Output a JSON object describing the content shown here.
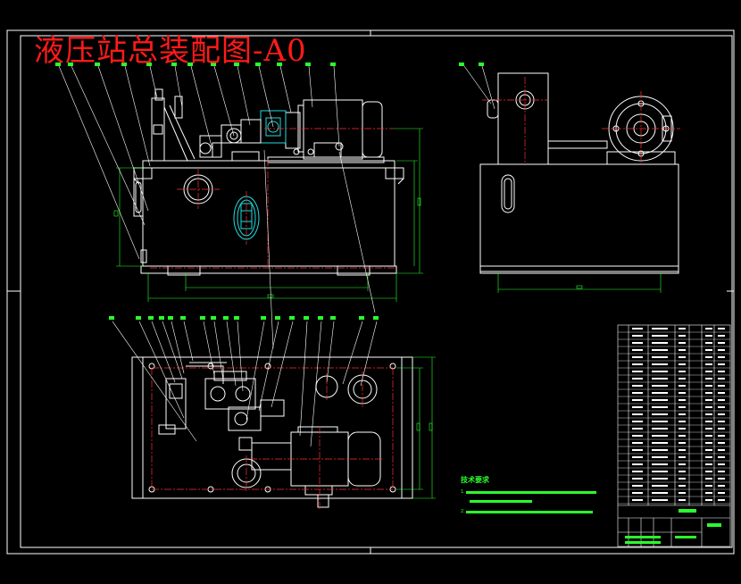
{
  "drawing": {
    "title": "液压站总装配图-A0",
    "tech_requirements_title": "技术要求",
    "tech_notes": [
      "1.",
      "",
      "2."
    ],
    "title_block": {
      "name_cell": "",
      "code_cell": ""
    }
  },
  "colors": {
    "background": "#000000",
    "frame": "#ffffff",
    "title": "#ff1a1a",
    "centerline": "#ff3030",
    "dimension": "#2bff2b",
    "highlight": "#22dddd",
    "part_outline": "#ffffff"
  },
  "icons": {
    "balloon": "circle-leader",
    "oil_level_gauge": "cyan-oval-window"
  }
}
